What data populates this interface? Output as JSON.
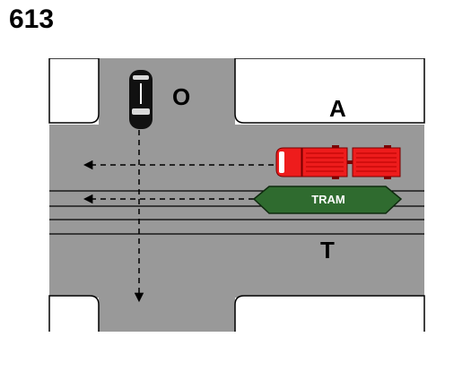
{
  "question_number": "613",
  "labels": {
    "car": "O",
    "truck": "A",
    "tram": "T",
    "tram_body": "TRAM"
  },
  "colors": {
    "road": "#999999",
    "curb": "#ffffff",
    "outline": "#000000",
    "truck": "#ee1c1c",
    "truck_stripe": "#b80000",
    "tram": "#2f6b2f",
    "car": "#111111",
    "background": "#ffffff"
  },
  "icons": {
    "car": "car-top-view-icon",
    "truck": "truck-with-trailer-icon",
    "tram": "tram-icon"
  }
}
